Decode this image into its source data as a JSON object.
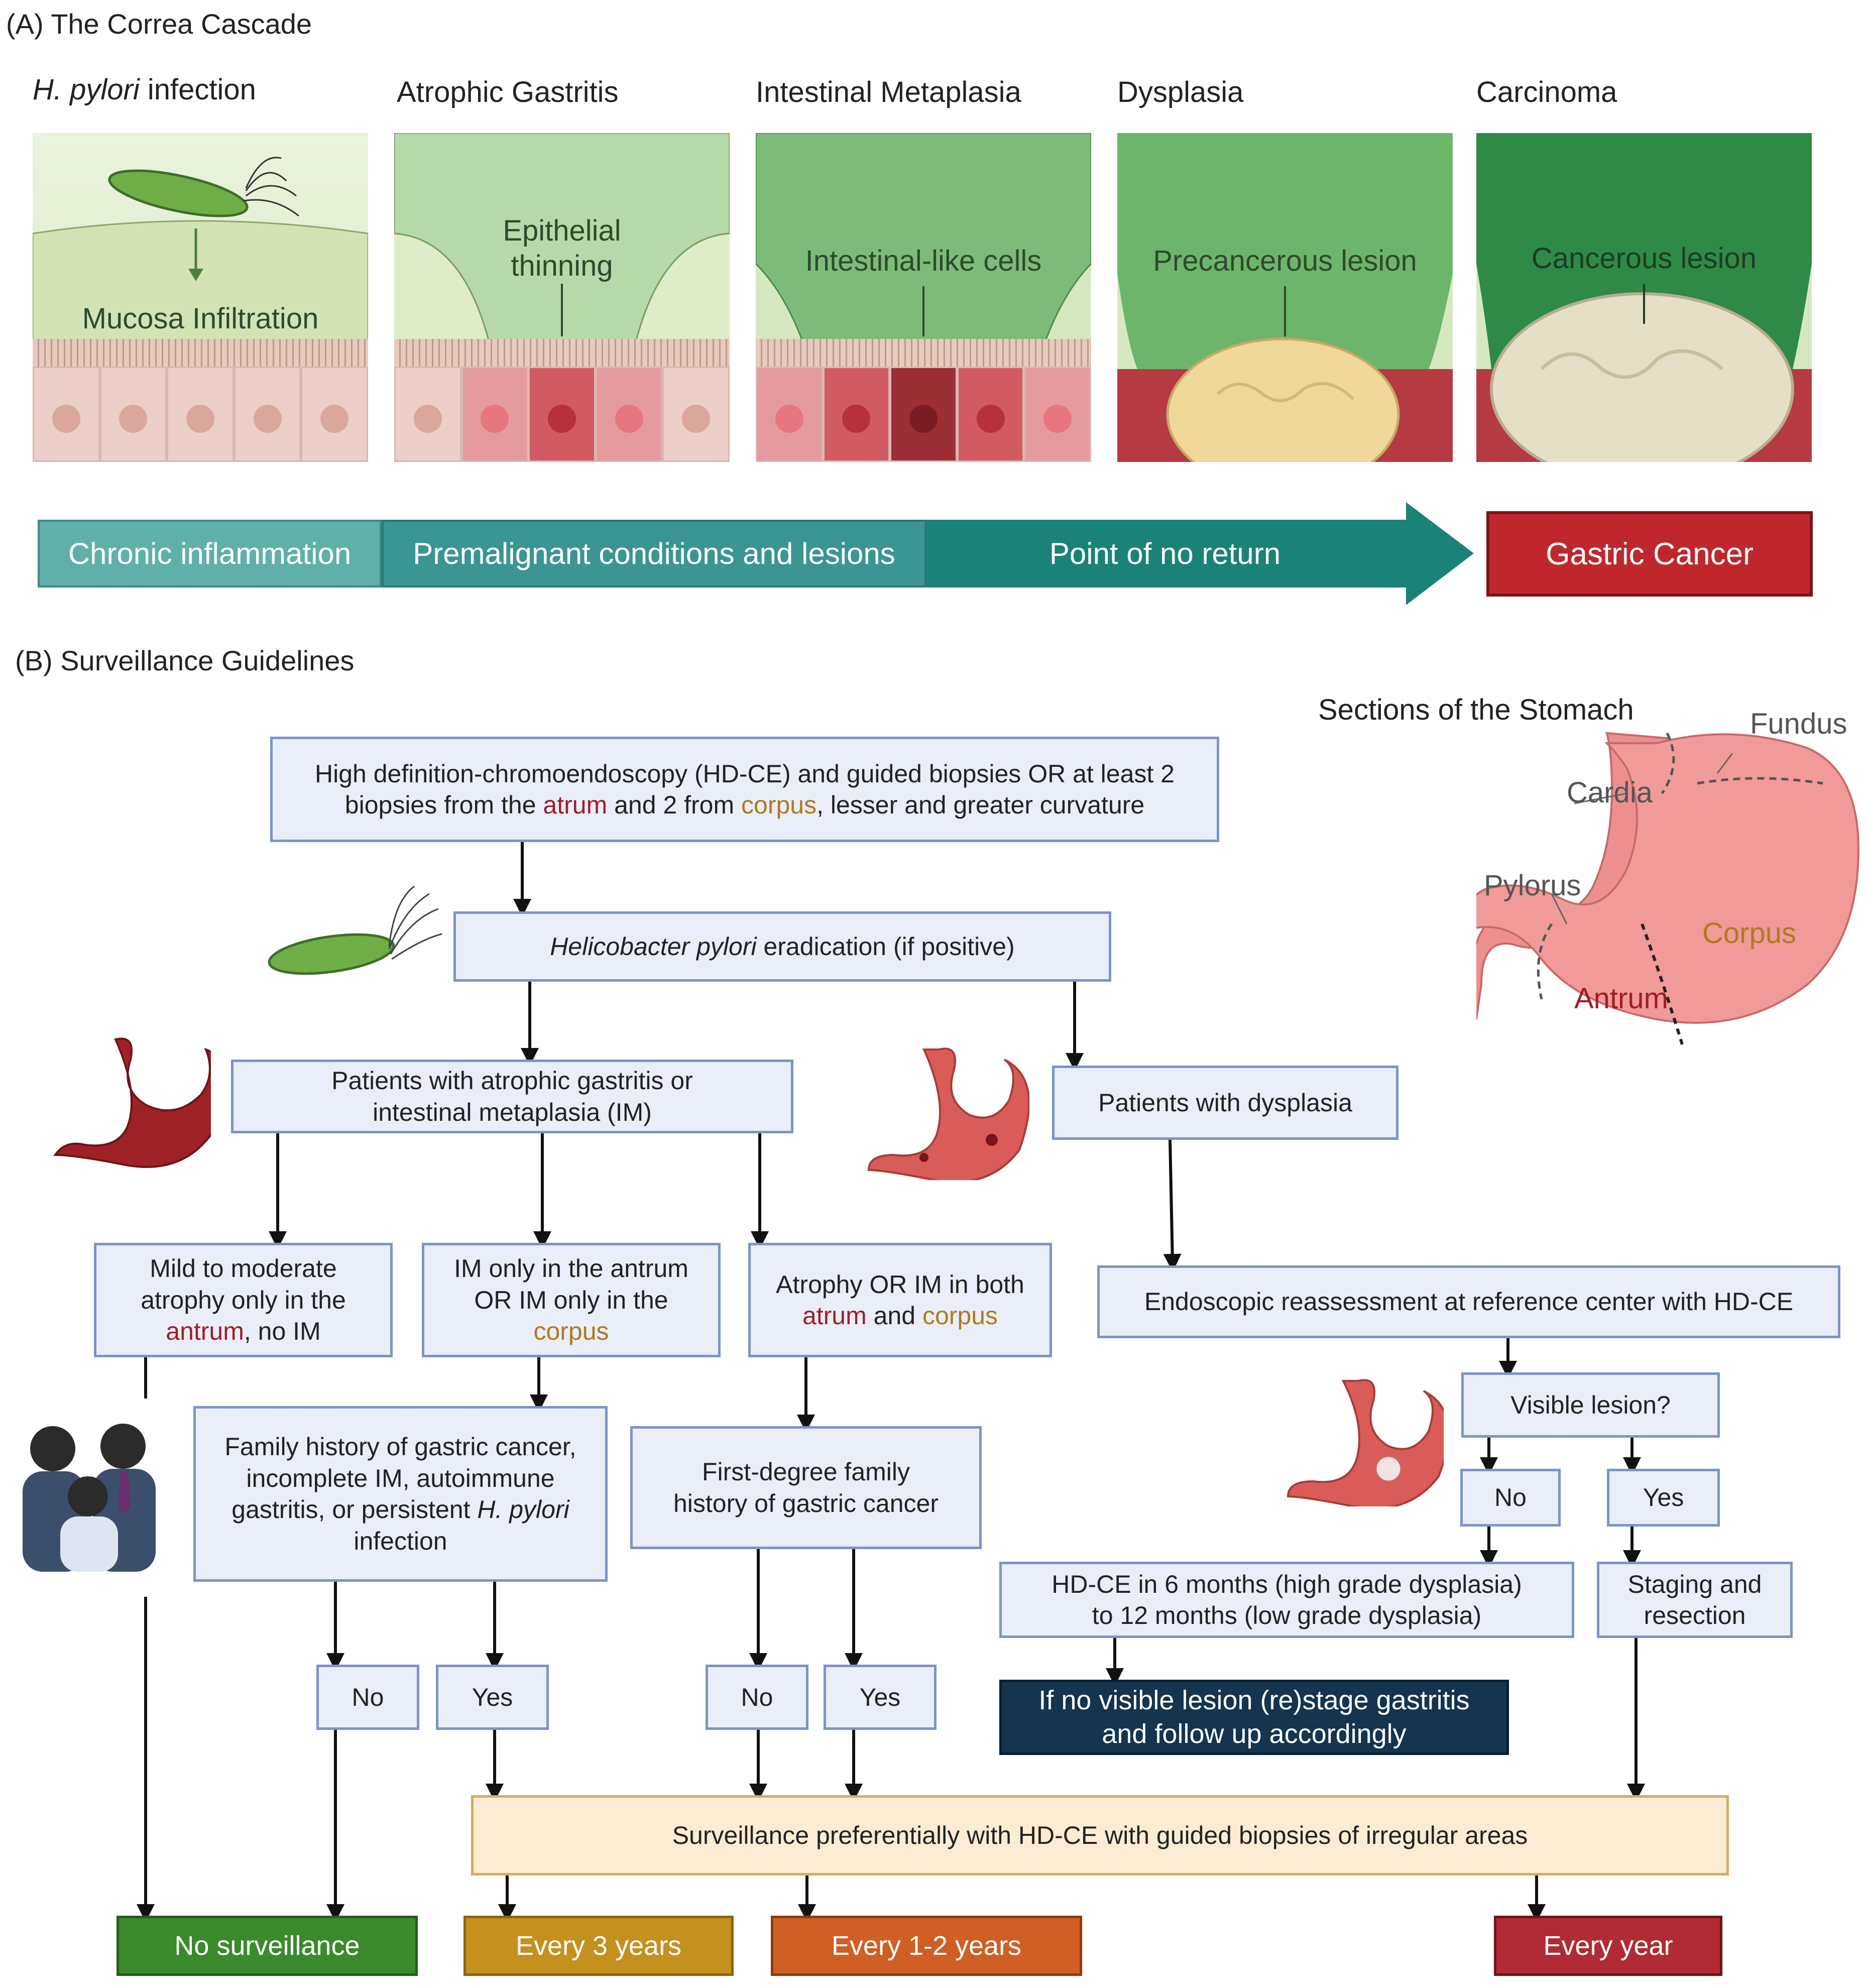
{
  "section_a": {
    "title": "(A) The Correa Cascade",
    "stages": [
      {
        "title_italic": "H. pylori",
        "title_rest": " infection",
        "label": "Mucosa Infiltration"
      },
      {
        "title": "Atrophic Gastritis",
        "label_line1": "Epithelial",
        "label_line2": "thinning"
      },
      {
        "title": "Intestinal Metaplasia",
        "label": "Intestinal-like cells"
      },
      {
        "title": "Dysplasia",
        "label": "Precancerous lesion"
      },
      {
        "title": "Carcinoma",
        "label": "Cancerous lesion"
      }
    ],
    "bar": {
      "chronic": "Chronic inflammation",
      "premalignant": "Premalignant conditions and lesions",
      "no_return": "Point of no return",
      "cancer": "Gastric Cancer"
    }
  },
  "section_b": {
    "title": "(B) Surveillance Guidelines",
    "stomach": {
      "title": "Sections of the Stomach",
      "fundus": "Fundus",
      "cardia": "Cardia",
      "pylorus": "Pylorus",
      "corpus": "Corpus",
      "antrum": "Antrum"
    },
    "box_top": {
      "line1": "High definition-chromoendoscopy (HD-CE) and guided biopsies OR at least 2",
      "line2a": "biopsies from the ",
      "atrum": "atrum",
      "line2b": " and 2 from ",
      "corpus": "corpus",
      "line2c": ", lesser and greater curvature"
    },
    "box_hp": {
      "italic": "Helicobacter pylori",
      "rest": " eradication (if positive)"
    },
    "box_ag": {
      "line1": "Patients with atrophic gastritis or",
      "line2": "intestinal metaplasia (IM)"
    },
    "box_dys": "Patients with dysplasia",
    "box_mild": {
      "line1": "Mild to moderate",
      "line2": "atrophy only in the",
      "antrum": "antrum",
      "line3b": ", no IM"
    },
    "box_im": {
      "line1": "IM only in the antrum",
      "line2": "OR IM only in the",
      "corpus": "corpus"
    },
    "box_both": {
      "line1": "Atrophy OR IM in both",
      "atrum": "atrum",
      "and": " and ",
      "corpus": "corpus"
    },
    "box_endo": "Endoscopic reassessment at reference center with HD-CE",
    "box_visible": "Visible lesion?",
    "box_family": {
      "line1": "Family history of gastric cancer,",
      "line2": "incomplete IM, autoimmune",
      "line3a": "gastritis, or persistent ",
      "line3i": "H. pylori",
      "line4": "infection"
    },
    "box_first": {
      "line1": "First-degree family",
      "line2": "history of gastric cancer"
    },
    "box_hdce": {
      "line1": "HD-CE in 6 months (high grade dysplasia)",
      "line2": "to 12 months (low grade dysplasia)"
    },
    "box_staging": {
      "line1": "Staging and",
      "line2": "resection"
    },
    "box_restage": {
      "line1": "If no visible lesion (re)stage gastritis",
      "line2": "and follow up accordingly"
    },
    "no": "No",
    "yes": "Yes",
    "box_surv": "Surveillance preferentially with HD-CE with guided biopsies of irregular areas",
    "outcomes": {
      "none": "No surveillance",
      "three": "Every 3 years",
      "onetwo": "Every 1-2 years",
      "year": "Every year"
    }
  },
  "colors": {
    "teal_light": "#5fb0a8",
    "teal_mid": "#3a9593",
    "teal_dark": "#1a8277",
    "cancer_red": "#c0272d",
    "box_fill": "#e9eef9",
    "box_border": "#7d93c9",
    "green": "#3b8a2e",
    "gold": "#c4901e",
    "orange": "#cf5f24",
    "navy": "#14344f"
  }
}
